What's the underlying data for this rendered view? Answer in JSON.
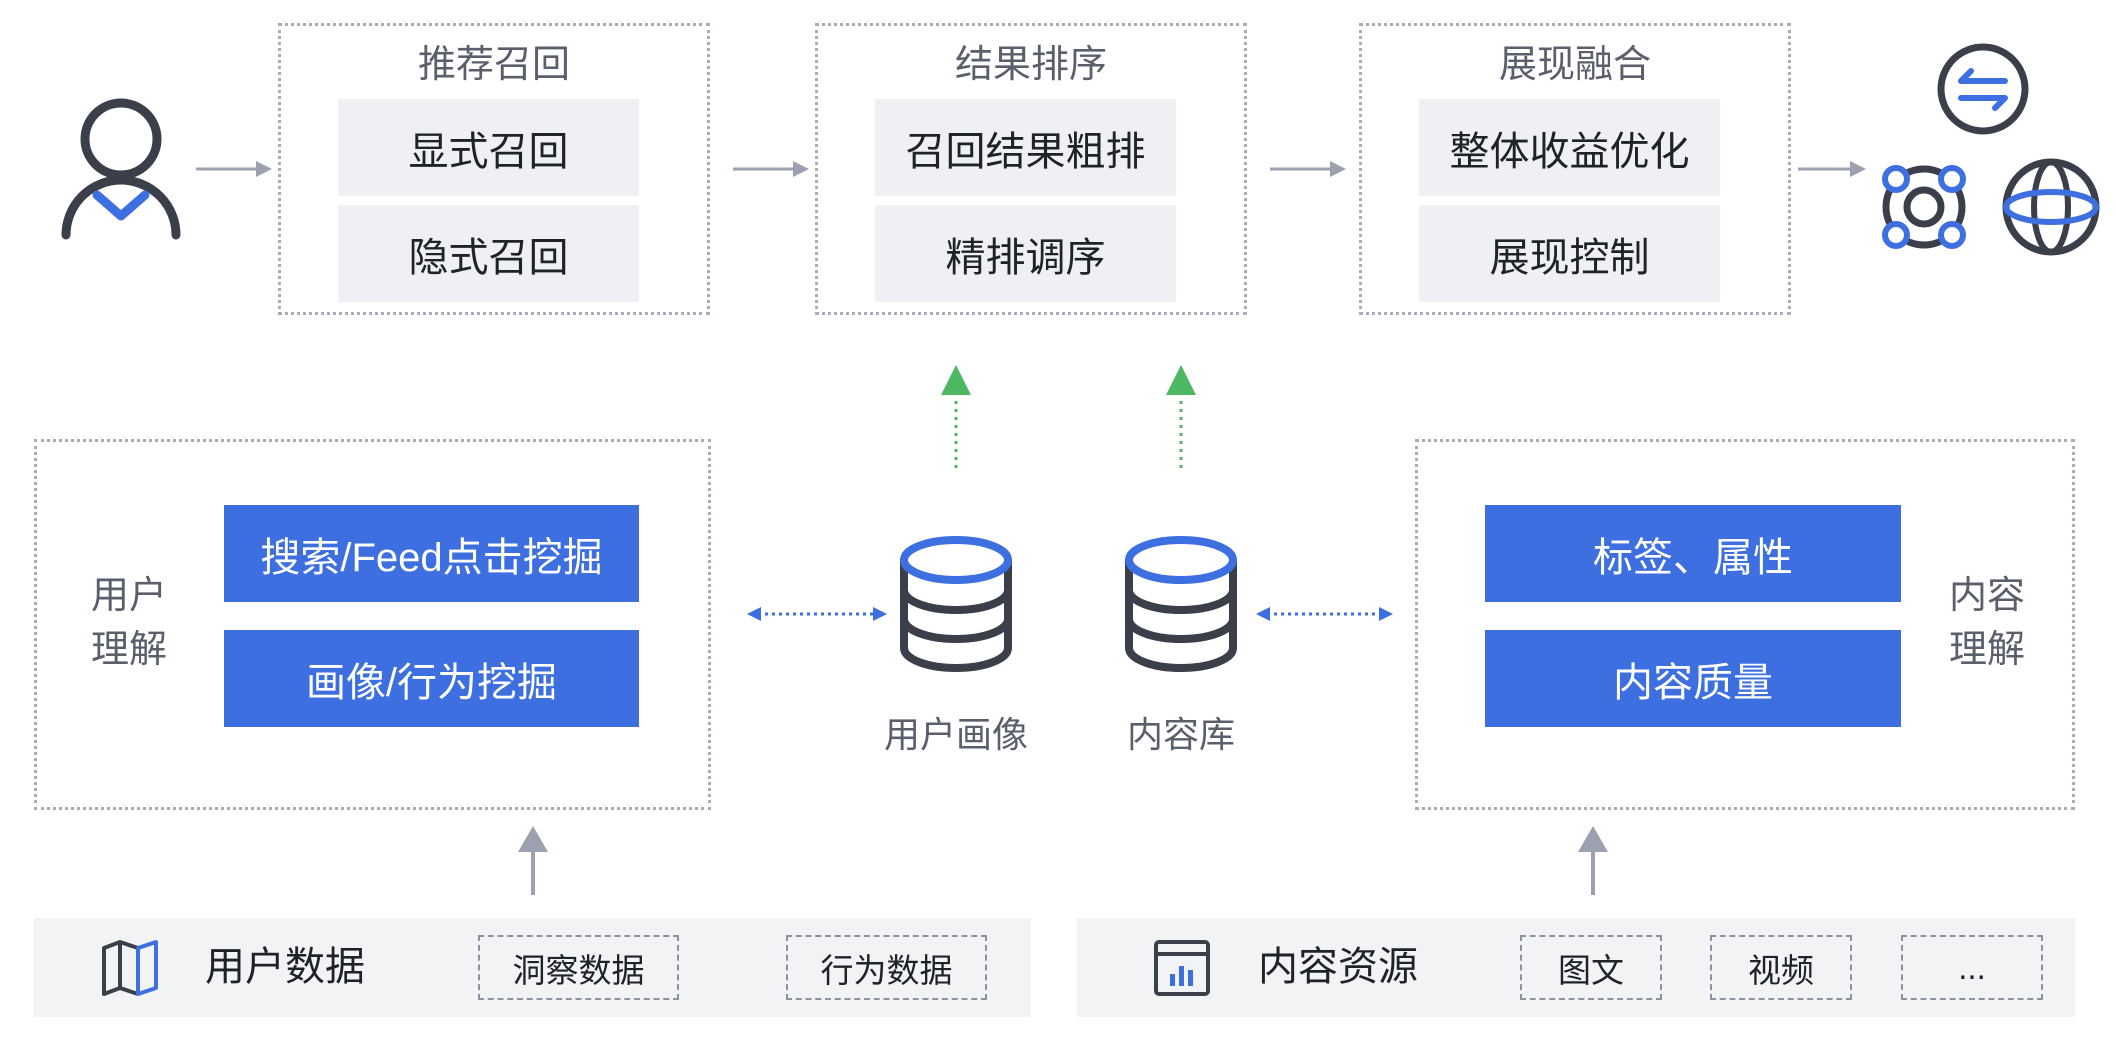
{
  "stages": [
    {
      "title": "推荐召回",
      "items": [
        "显式召回",
        "隐式召回"
      ]
    },
    {
      "title": "结果排序",
      "items": [
        "召回结果粗排",
        "精排调序"
      ]
    },
    {
      "title": "展现融合",
      "items": [
        "整体收益优化",
        "展现控制"
      ]
    }
  ],
  "user_understanding": {
    "label": [
      "用户",
      "理解"
    ],
    "items": [
      "搜索/Feed点击挖掘",
      "画像/行为挖掘"
    ]
  },
  "stores": [
    {
      "label": "用户画像",
      "icon": "database-icon"
    },
    {
      "label": "内容库",
      "icon": "database-icon"
    }
  ],
  "content_understanding": {
    "label": [
      "内容",
      "理解"
    ],
    "items": [
      "标签、属性",
      "内容质量"
    ]
  },
  "user_data": {
    "title": "用户数据",
    "icon": "map-icon",
    "tags": [
      "洞察数据",
      "行为数据"
    ]
  },
  "content_resources": {
    "title": "内容资源",
    "icon": "chart-icon",
    "tags": [
      "图文",
      "视频",
      "..."
    ]
  },
  "input_icon": "user-icon",
  "output_icons": [
    "exchange-icon",
    "hub-icon",
    "globe-icon"
  ],
  "colors": {
    "accent": "#3d6fe0",
    "arrow": "#9ba1af",
    "green": "#4db761",
    "border": "#a9adb9",
    "card": "#eef0f4",
    "bar": "#f2f3f5",
    "icon": "#3a3f4a",
    "text": "#1f2227",
    "muted": "#5a5f6b"
  }
}
